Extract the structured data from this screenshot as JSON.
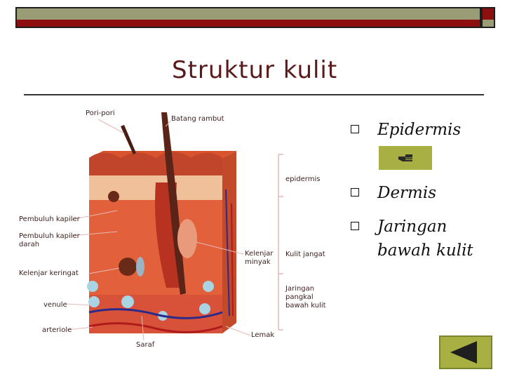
{
  "slide": {
    "title": "Struktur kulit",
    "bullets": [
      {
        "label": "Epidermis"
      },
      {
        "label": "Dermis"
      },
      {
        "label": "Jaringan",
        "label_cont": "bawah kulit"
      }
    ]
  },
  "diagram": {
    "labels": {
      "pori_pori": "Pori-pori",
      "batang_rambut": "Batang rambut",
      "epidermis": "epidermis",
      "pembuluh_kapiler": "Pembuluh kapiler",
      "pembuluh_kapiler_darah_1": "Pembuluh kapiler",
      "pembuluh_kapiler_darah_2": "darah",
      "kelenjar_keringat": "Kelenjar keringat",
      "kelenjar_minyak_1": "Kelenjar",
      "kelenjar_minyak_2": "minyak",
      "kulit_jangat": "Kulit jangat",
      "jaringan_1": "Jaringan",
      "jaringan_2": "pangkal",
      "jaringan_3": "bawah kulit",
      "venule": "venule",
      "arteriole": "arteriole",
      "saraf": "Saraf",
      "lemak": "Lemak"
    }
  },
  "controls": {
    "tag_icon": "hand-pointer-icon",
    "nav_icon": "back-triangle-icon"
  },
  "colors": {
    "top_olive": "#9a9c76",
    "top_red": "#8e0f0f",
    "button_green": "#a8b043",
    "title_color": "#5a1a1a"
  }
}
